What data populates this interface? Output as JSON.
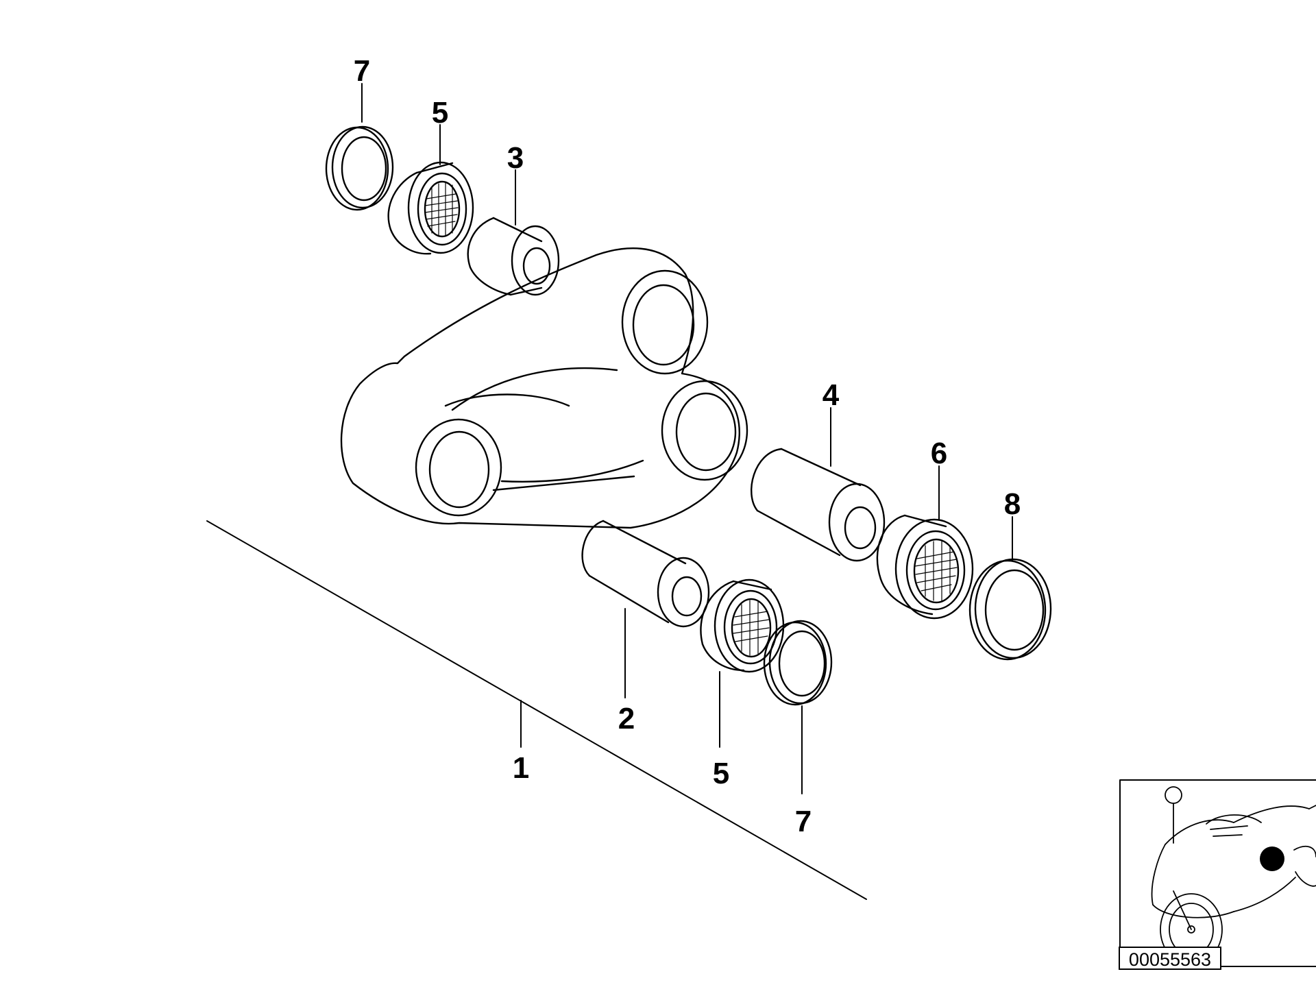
{
  "callouts": {
    "c1": "1",
    "c2": "2",
    "c3": "3",
    "c4": "4",
    "c5_top": "5",
    "c5_bottom": "5",
    "c6": "6",
    "c7_top": "7",
    "c7_bottom": "7",
    "c8": "8"
  },
  "reference_number": "00055563",
  "colors": {
    "line": "#000000",
    "background": "#ffffff",
    "highlight_dot": "#000000"
  }
}
